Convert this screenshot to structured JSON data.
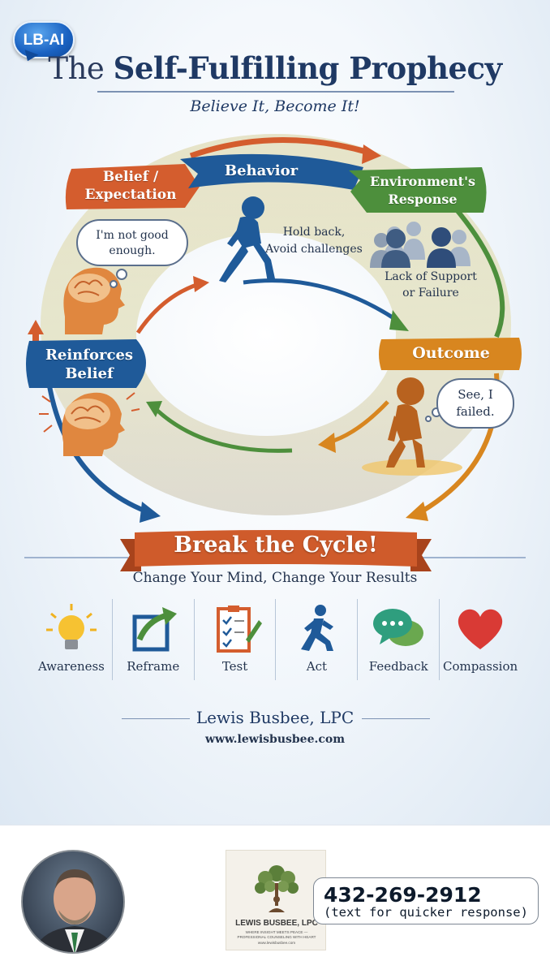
{
  "badge": "LB-AI",
  "title": {
    "part1": "The",
    "part2": "Self-Fulfilling Prophecy"
  },
  "subtitle": "Believe It, Become It!",
  "cycle": {
    "belief": {
      "line1": "Belief /",
      "line2": "Expectation",
      "thought": [
        "I'm not good",
        "enough."
      ]
    },
    "behavior": {
      "title": "Behavior",
      "caption": [
        "Hold back,",
        "Avoid challenges"
      ]
    },
    "environment": {
      "line1": "Environment's",
      "line2": "Response",
      "caption": [
        "Lack of Support",
        "or Failure"
      ]
    },
    "outcome": {
      "title": "Outcome",
      "thought": [
        "See, I",
        "failed."
      ]
    },
    "reinforces": {
      "line1": "Reinforces",
      "line2": "Belief"
    }
  },
  "break_cycle": {
    "title": "Break the Cycle!",
    "subtitle": "Change Your Mind, Change Your Results"
  },
  "tools": [
    "Awareness",
    "Reframe",
    "Test",
    "Act",
    "Feedback",
    "Compassion"
  ],
  "author": {
    "name": "Lewis Busbee, LPC",
    "website": "www.lewisbusbee.com"
  },
  "footer": {
    "logo": {
      "name": "LEWIS BUSBEE, LPC",
      "tagline1": "WHERE INSIGHT MEETS PEACE —",
      "tagline2": "PROFESSIONAL COUNSELING WITH HEART",
      "url": "www.lewisbusbee.com"
    },
    "phone": "432-269-2912",
    "phone_note": "(text for quicker response)"
  },
  "colors": {
    "orange": "#d45d2e",
    "blue": "#1f5a99",
    "green": "#4d8f3c",
    "amber": "#d8861f",
    "navy": "#1f3964"
  }
}
